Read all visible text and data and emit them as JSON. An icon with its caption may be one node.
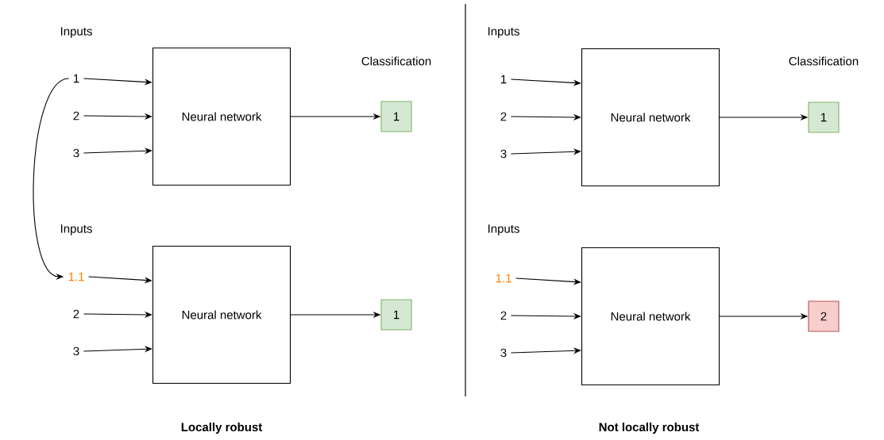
{
  "diagram": {
    "nodes": [
      {
        "text": [
          "Neural network"
        ]
      },
      {
        "text": [
          "1"
        ]
      },
      {
        "text": [
          "2"
        ]
      },
      {
        "text": [
          "3"
        ]
      },
      {
        "text": [
          "1"
        ]
      },
      {
        "text": [
          "Neural network"
        ]
      },
      {
        "text": [
          "1.1"
        ]
      },
      {
        "text": [
          "2"
        ]
      },
      {
        "text": [
          "3"
        ]
      },
      {
        "text": [
          "1"
        ]
      },
      {
        "text": [
          "Neural network"
        ]
      },
      {
        "text": [
          "1"
        ]
      },
      {
        "text": [
          "2"
        ]
      },
      {
        "text": [
          "3"
        ]
      },
      {
        "text": [
          "1"
        ]
      },
      {
        "text": [
          "Neural network"
        ]
      },
      {
        "text": [
          "1.1"
        ]
      },
      {
        "text": [
          "2"
        ]
      },
      {
        "text": [
          "3"
        ]
      },
      {
        "text": [
          "2"
        ]
      }
    ],
    "edges": [
      {
        "from": 1,
        "to": 0,
        "arrow": "to"
      },
      {
        "from": 2,
        "to": 0,
        "arrow": "to"
      },
      {
        "from": 3,
        "to": 0,
        "arrow": "to"
      },
      {
        "from": 0,
        "to": 4,
        "arrow": "to"
      },
      {
        "from": 1,
        "to": 6,
        "arrow": "to"
      },
      {
        "from": 6,
        "to": 5,
        "arrow": "to"
      },
      {
        "from": 7,
        "to": 5,
        "arrow": "to"
      },
      {
        "from": 8,
        "to": 5,
        "arrow": "to"
      },
      {
        "from": 5,
        "to": 9,
        "arrow": "to"
      },
      {
        "from": 11,
        "to": 10,
        "arrow": "to"
      },
      {
        "from": 12,
        "to": 10,
        "arrow": "to"
      },
      {
        "from": 13,
        "to": 10,
        "arrow": "to"
      },
      {
        "from": 10,
        "to": 14,
        "arrow": "to"
      },
      {
        "from": 16,
        "to": 15,
        "arrow": "to"
      },
      {
        "from": 17,
        "to": 15,
        "arrow": "to"
      },
      {
        "from": 18,
        "to": 15,
        "arrow": "to"
      },
      {
        "from": 15,
        "to": 19,
        "arrow": "to"
      }
    ],
    "labels": [
      "Inputs",
      "Inputs",
      "Classification",
      "Classification",
      "Inputs",
      "Inputs",
      "Locally robust",
      "Not locally robust"
    ]
  }
}
